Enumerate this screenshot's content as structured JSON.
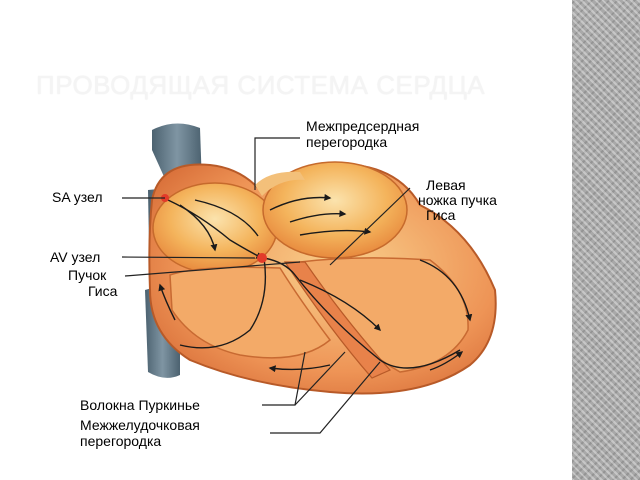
{
  "slide": {
    "title": "ПРОВОДЯЩАЯ СИСТЕМА СЕРДЦА"
  },
  "labels": {
    "interatrial_line1": "Межпредсердная",
    "interatrial_line2": "перегородка",
    "sa_node": "SA узел",
    "left_bundle_line1": "Левая",
    "left_bundle_line2": "ножка пучка",
    "left_bundle_line3": "Гиса",
    "av_node": "AV узел",
    "his_line1": "Пучок",
    "his_line2": "Гиса",
    "purkinje": "Волокна Пуркинье",
    "interventricular_line1": "Межжелудочковая",
    "interventricular_line2": "перегородка"
  },
  "colors": {
    "vessel": "#5d7482",
    "atrium": "#f2a64a",
    "atrium_highlight": "#f8d79a",
    "ventricle_wall": "#e8824a",
    "ventricle_inner": "#f7c27a",
    "outline": "#b85a28",
    "side_band": "#a9a9a9"
  }
}
